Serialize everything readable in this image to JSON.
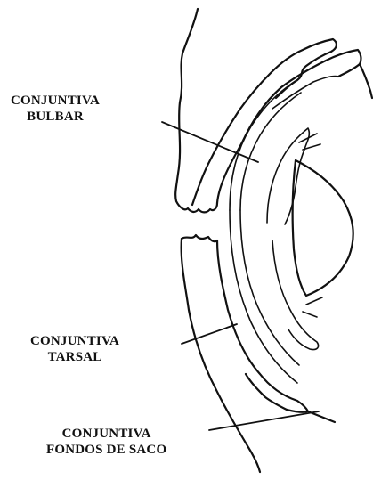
{
  "labels": {
    "bulbar": [
      "CONJUNTIVA",
      "BULBAR"
    ],
    "tarsal": [
      "CONJUNTIVA",
      "TARSAL"
    ],
    "fondos": [
      "CONJUNTIVA",
      "FONDOS DE SACO"
    ]
  }
}
